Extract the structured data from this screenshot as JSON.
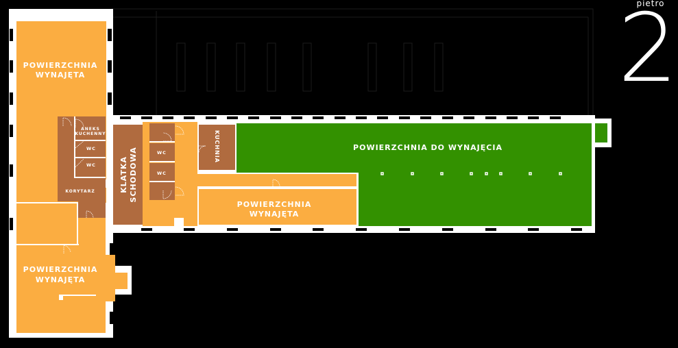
{
  "floor": {
    "word": "pietro",
    "number": "2"
  },
  "colors": {
    "rented": "#fbad41",
    "available": "#339100",
    "common": "#b06b3f",
    "wall": "#ffffff",
    "background": "#000000",
    "outline": "#1a1a1a"
  },
  "rooms": {
    "rented_top_left": {
      "line1": "POWIERZCHNIA",
      "line2": "WYNAJĘTA",
      "status": "rented"
    },
    "rented_bottom_left": {
      "line1": "POWIERZCHNIA",
      "line2": "WYNAJĘTA",
      "status": "rented"
    },
    "rented_middle": {
      "line1": "POWIERZCHNIA",
      "line2": "WYNAJĘTA",
      "status": "rented"
    },
    "available_right": {
      "label": "POWIERZCHNIA DO WYNAJĘCIA",
      "status": "available"
    },
    "aneks": {
      "line1": "ANEKS",
      "line2": "KUCHENNY"
    },
    "wc1": {
      "label": "WC"
    },
    "wc2": {
      "label": "WC"
    },
    "wc3": {
      "label": "WC"
    },
    "wc4": {
      "label": "WC"
    },
    "korytarz": {
      "label": "KORYTARZ"
    },
    "klatka": {
      "line1": "KLATKA",
      "line2": "SCHODOWA"
    },
    "kuchnia": {
      "label": "KUCHNIA"
    }
  }
}
